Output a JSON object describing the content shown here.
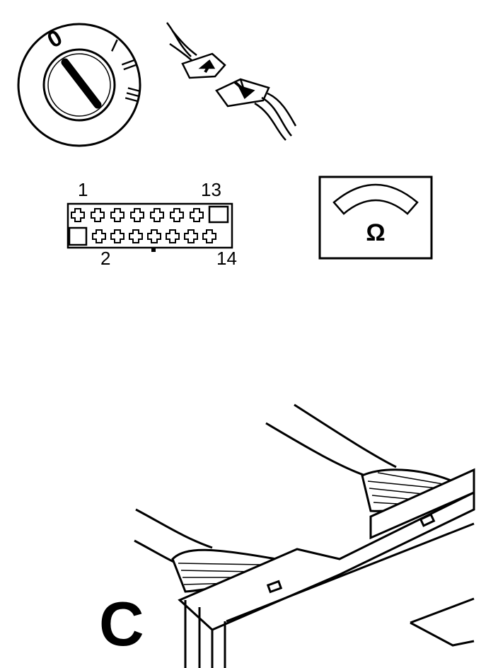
{
  "ignition_switch": {
    "positions": [
      "0",
      "I",
      "II",
      "III"
    ]
  },
  "connector": {
    "pins": {
      "top_left": "1",
      "top_right": "13",
      "bottom_left": "2",
      "bottom_right": "14"
    }
  },
  "ohmmeter": {
    "symbol": "Ω"
  },
  "detail": {
    "label": "C"
  },
  "colors": {
    "ink": "#000000",
    "paper": "#ffffff"
  }
}
